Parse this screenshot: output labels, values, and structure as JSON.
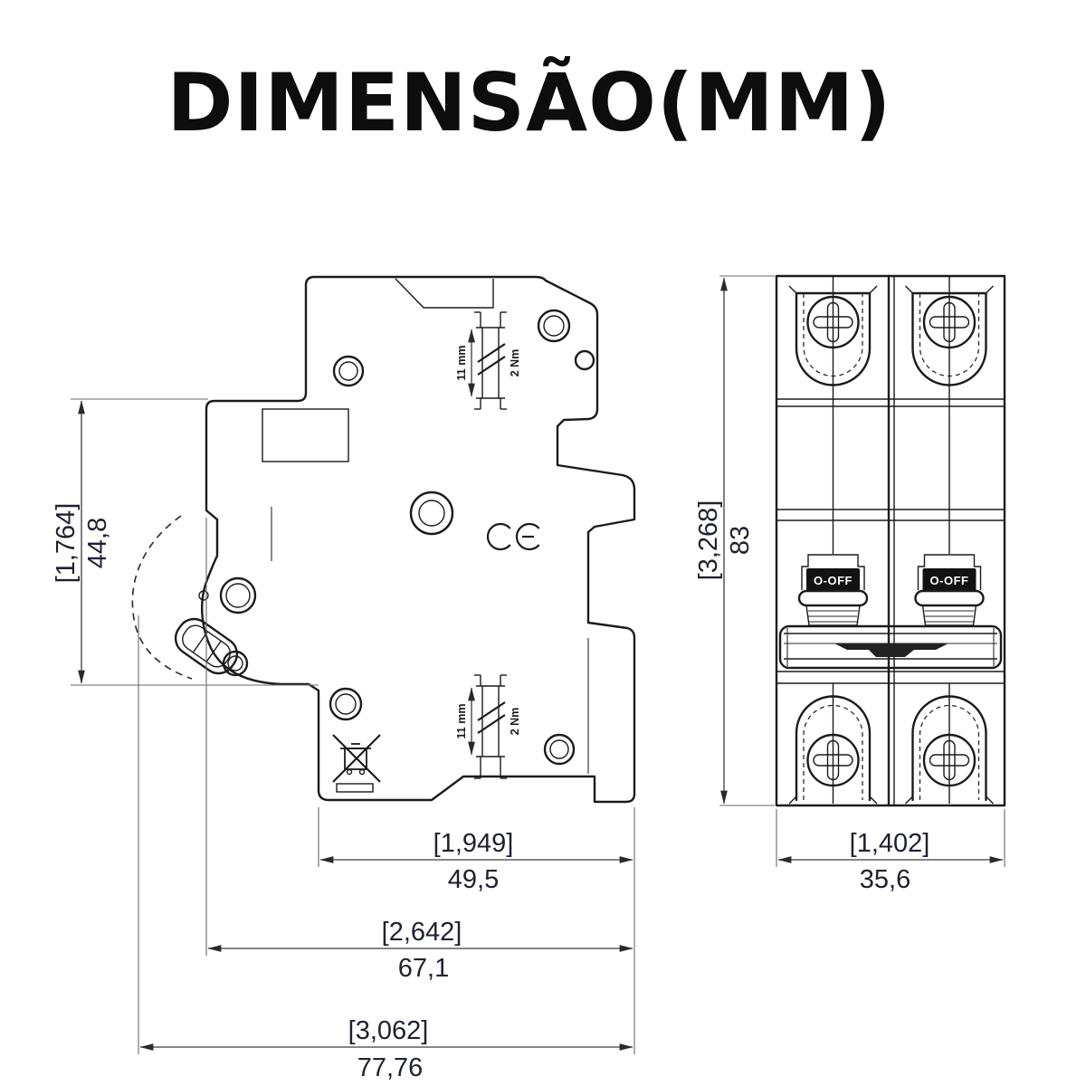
{
  "title": "DIMENSÃO(MM)",
  "side_view": {
    "dim_height": {
      "bracket": "[1,764]",
      "value": "44,8"
    },
    "dim_width_lower": {
      "bracket": "[1,949]",
      "value": "49,5"
    },
    "dim_width_body": {
      "bracket": "[2,642]",
      "value": "67,1"
    },
    "dim_width_total": {
      "bracket": "[3,062]",
      "value": "77,76"
    },
    "terminal_top": {
      "strip_length": "11 mm",
      "torque": "2 Nm"
    },
    "terminal_bottom": {
      "strip_length": "11 mm",
      "torque": "2 Nm"
    }
  },
  "front_view": {
    "dim_height": {
      "bracket": "[3,268]",
      "value": "83"
    },
    "dim_width": {
      "bracket": "[1,402]",
      "value": "35,6"
    },
    "pole1_handle_label": "O-OFF",
    "pole2_handle_label": "O-OFF"
  },
  "colors": {
    "line": "#1b1b1b",
    "dim_text": "#1f2030",
    "background": "#ffffff"
  }
}
